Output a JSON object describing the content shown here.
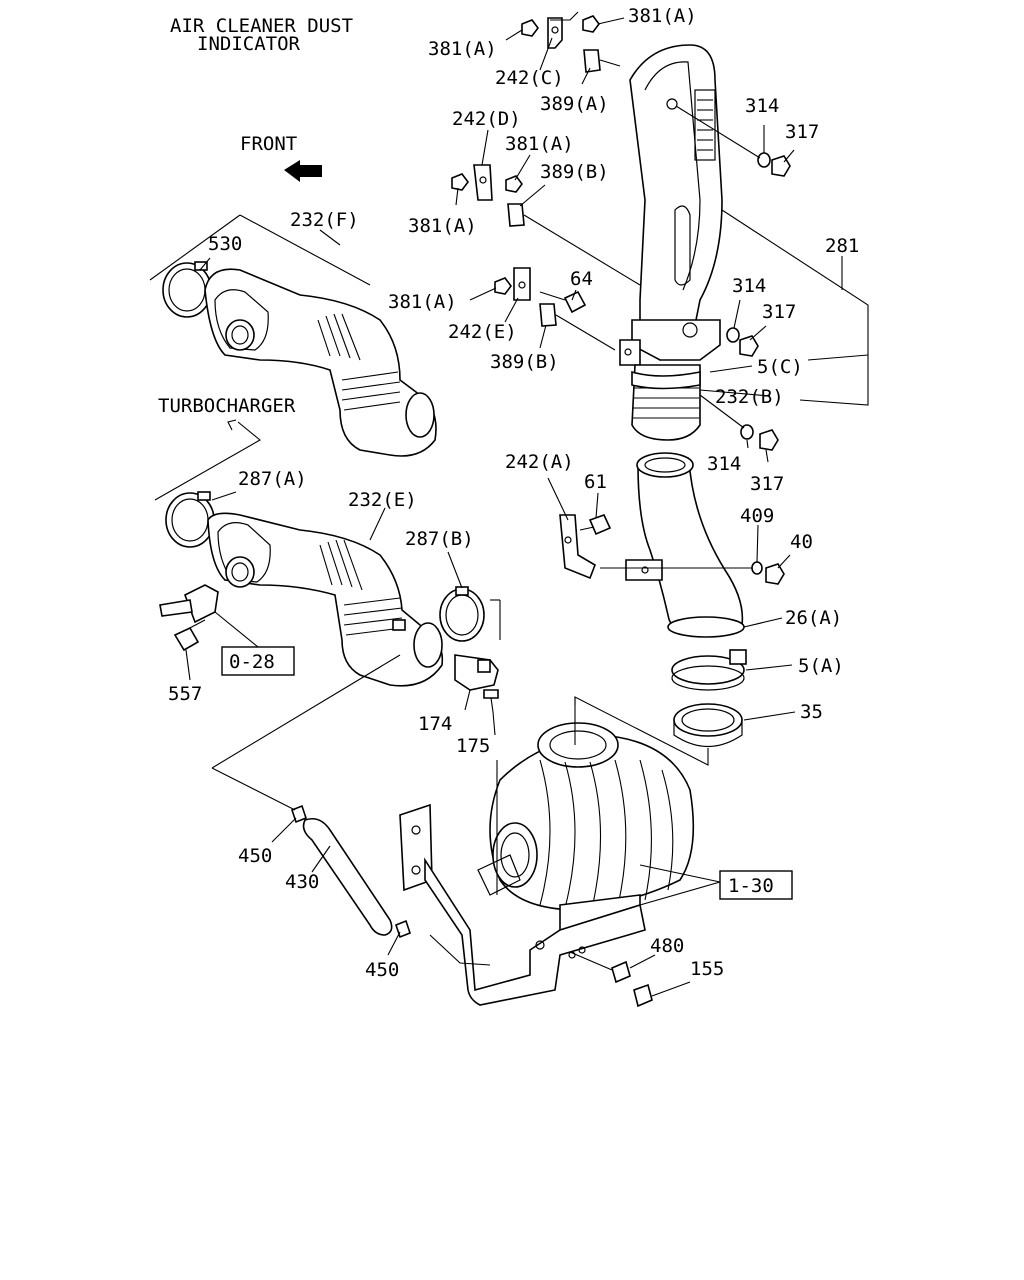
{
  "title": {
    "line1": "AIR CLEANER DUST",
    "line2": "INDICATOR"
  },
  "direction": {
    "front": "FRONT",
    "turbocharger": "TURBOCHARGER"
  },
  "refs": {
    "r028": "0-28",
    "r130": "1-30"
  },
  "callouts": {
    "p381a_1": "381(A)",
    "p381a_2": "381(A)",
    "p381a_3": "381(A)",
    "p381a_4": "381(A)",
    "p381a_5": "381(A)",
    "p242c": "242(C)",
    "p242d": "242(D)",
    "p242e": "242(E)",
    "p242a": "242(A)",
    "p389a": "389(A)",
    "p389b_1": "389(B)",
    "p389b_2": "389(B)",
    "p314_1": "314",
    "p317_1": "317",
    "p314_2": "314",
    "p317_2": "317",
    "p314_3": "314",
    "p317_3": "317",
    "p281": "281",
    "p5c": "5(C)",
    "p232b": "232(B)",
    "p232f": "232(F)",
    "p232e": "232(E)",
    "p530": "530",
    "p64": "64",
    "p287a": "287(A)",
    "p287b": "287(B)",
    "p61": "61",
    "p409": "409",
    "p40": "40",
    "p26a": "26(A)",
    "p5a": "5(A)",
    "p35": "35",
    "p557": "557",
    "p174": "174",
    "p175": "175",
    "p450_1": "450",
    "p430": "430",
    "p450_2": "450",
    "p480": "480",
    "p155": "155"
  },
  "icons": {
    "front_arrow": "arrow-icon"
  }
}
